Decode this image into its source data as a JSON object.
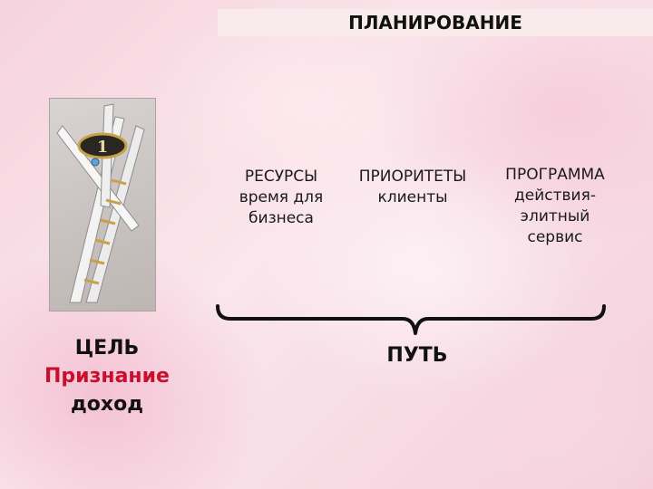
{
  "title": "ПЛАНИРОВАНИЕ",
  "columns": [
    {
      "heading": "РЕСУРСЫ",
      "lines": [
        "время для",
        "бизнеса"
      ]
    },
    {
      "heading": "ПРИОРИТЕТЫ",
      "lines": [
        "клиенты"
      ]
    },
    {
      "heading": "ПРОГРАММА",
      "lines": [
        "действия-",
        "элитный",
        "сервис"
      ]
    }
  ],
  "goal": {
    "label": "ЦЕЛЬ",
    "line1": "Признание",
    "line2": "доход"
  },
  "path_label": "ПУТЬ",
  "pin_badge_number": "1",
  "colors": {
    "accent_red": "#c8102e",
    "title_bg": "#f8ecec"
  }
}
